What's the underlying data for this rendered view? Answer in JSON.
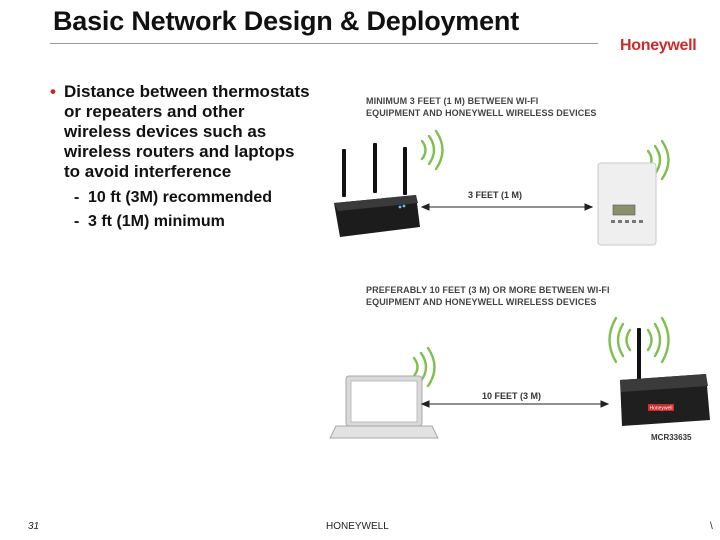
{
  "header": {
    "title": "Basic Network Design & Deployment",
    "logo_text": "Honeywell"
  },
  "body": {
    "bullet": "Distance between thermostats or repeaters and other wireless devices such as wireless routers and laptops to avoid interference",
    "subitems": [
      "10 ft (3M) recommended",
      "3 ft (1M) minimum"
    ]
  },
  "diagram1": {
    "caption_line1": "MINIMUM 3 FEET (1 M) BETWEEN WI-FI",
    "caption_line2": "EQUIPMENT AND HONEYWELL WIRELESS DEVICES",
    "distance_label": "3 FEET (1 M)"
  },
  "diagram2": {
    "caption_line1": "PREFERABLY 10 FEET (3 M) OR MORE BETWEEN WI-FI",
    "caption_line2": "EQUIPMENT AND HONEYWELL WIRELESS DEVICES",
    "distance_label": "10 FEET (3 M)",
    "model_label": "MCR33635",
    "device_brand": "Honeywell"
  },
  "footer": {
    "page_number": "31",
    "center_text": "HONEYWELL",
    "right_text": "\\"
  },
  "colors": {
    "logo": "#cc2b2b",
    "bullet": "#c8282b",
    "wifi_arc": "#7fbf4d"
  }
}
